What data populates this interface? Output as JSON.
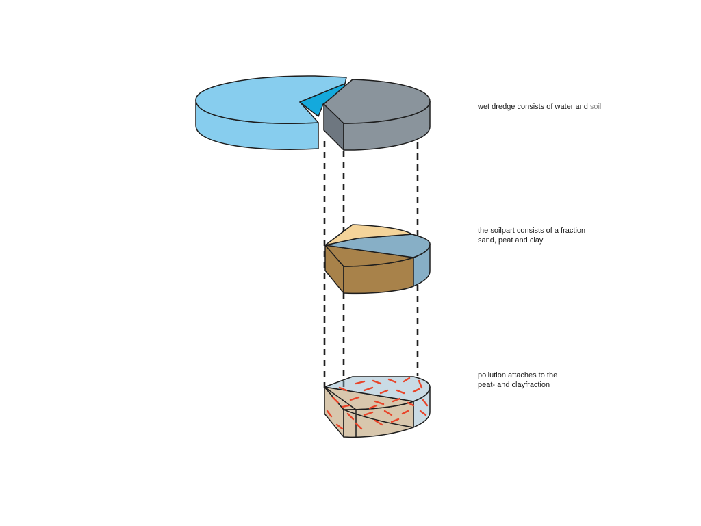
{
  "captions": {
    "wet_dredge": {
      "text": "wet dredge consists of water and ",
      "accent": "soil"
    },
    "soilpart": {
      "line1": "the soilpart consists of a fraction",
      "line2": "sand, peat and clay"
    },
    "pollution": {
      "line1": "pollution attaches to the",
      "line2": "peat- and clayfraction"
    }
  },
  "colors": {
    "water": "#87cdee",
    "water_wedge": "#14a9dc",
    "soil_top": "#8a949c",
    "soil_side": "#6e7780",
    "sand": "#f4d49a",
    "peat": "#a8824a",
    "clay": "#87afc6",
    "pollution": "#e8452a",
    "outline": "#1e1e1e"
  },
  "icons": [
    "water-soil-pie-icon",
    "soil-fraction-pie-icon",
    "pollution-pie-icon"
  ]
}
